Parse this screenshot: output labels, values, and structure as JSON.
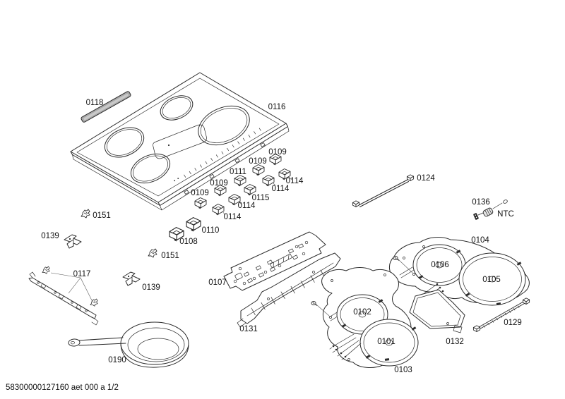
{
  "page": {
    "footer_code": "58300000127160 aet 000 a 1/2",
    "background_color": "#ffffff",
    "line_color": "#2b2b2b",
    "text_color": "#111111",
    "trim_fill_color": "#a9a9a9"
  },
  "diagram": {
    "labels": {
      "trim_strip_0118": "0118",
      "glass_cooktop_0116": "0116",
      "key_0109_a": "0109",
      "key_0109_b": "0109",
      "key_0109_c": "0109",
      "key_0109_d": "0109",
      "key_0111": "0111",
      "spring_0114_a": "0114",
      "spring_0114_b": "0114",
      "spring_0114_c": "0114",
      "spring_0114_d": "0114",
      "key_0115": "0115",
      "cap_0110": "0110",
      "cap_0108": "0108",
      "clip_0151_a": "0151",
      "clip_0151_b": "0151",
      "bracket_0139_a": "0139",
      "bracket_0139_b": "0139",
      "fixing_rail_0117": "0117",
      "control_board_0107": "0107",
      "support_profile_0131": "0131",
      "frying_pan_0190": "0190",
      "cable_0124": "0124",
      "temp_sensor_0136": "0136",
      "temp_sensor_type": "NTC",
      "coil_carrier_rear_0104": "0104",
      "induction_coil_0106": "0106",
      "induction_coil_0105": "0105",
      "induction_coil_0102": "0102",
      "induction_coil_0101": "0101",
      "coil_carrier_front_0103": "0103",
      "cover_plate_0132": "0132",
      "cable_0129": "0129"
    }
  }
}
